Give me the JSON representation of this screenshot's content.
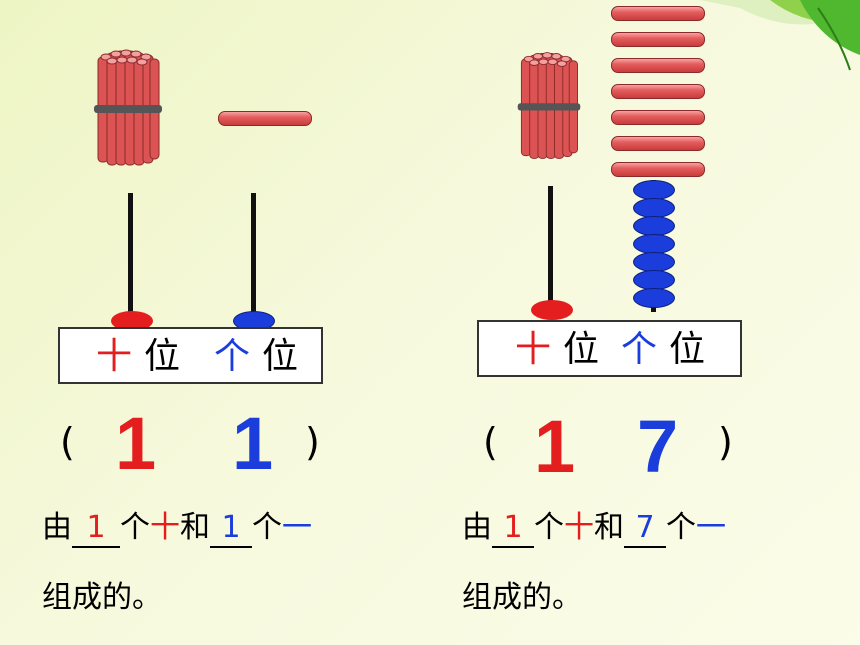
{
  "left": {
    "tens_label": "十",
    "ones_label": "个",
    "wei_label": "位",
    "paren_open": "(",
    "paren_close": ")",
    "tens_digit": "1",
    "ones_digit": "1",
    "sentence": {
      "prefix": "由",
      "tens_blank": "1",
      "ge1": "个",
      "shi": "十",
      "he": "和",
      "ones_blank": "1",
      "ge2": "个",
      "yi": "一",
      "line2": "组成的。"
    }
  },
  "right": {
    "tens_label": "十",
    "ones_label": "个",
    "wei_label": "位",
    "paren_open": "(",
    "paren_close": ")",
    "tens_digit": "1",
    "ones_digit": "7",
    "sentence": {
      "prefix": "由",
      "tens_blank": "1",
      "ge1": "个",
      "shi": "十",
      "he": "和",
      "ones_blank": "7",
      "ge2": "个",
      "yi": "一",
      "line2": "组成的。"
    }
  },
  "colors": {
    "tens": "#e41e1e",
    "ones": "#1a3ddb"
  },
  "icons": [
    "bundle-of-ten-sticks",
    "single-stick",
    "leaf-decoration"
  ]
}
